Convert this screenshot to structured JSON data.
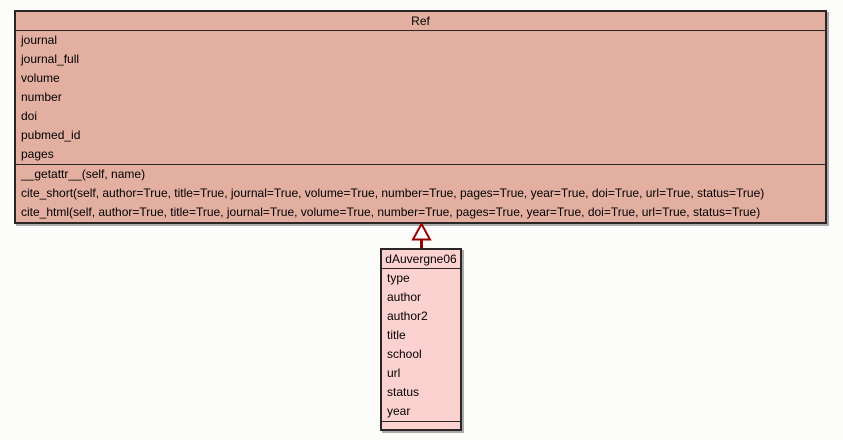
{
  "diagram_type": "uml-class-diagram",
  "colors": {
    "background": "#FCFDFB",
    "ref_fill": "#E2AFA0",
    "child_fill": "#FCD2D0",
    "border": "#2B2626",
    "arrow": "#990000",
    "shadow": "#ABABAB"
  },
  "ref_class": {
    "title": "Ref",
    "attributes": [
      "journal",
      "journal_full",
      "volume",
      "number",
      "doi",
      "pubmed_id",
      "pages"
    ],
    "methods": [
      "__getattr__(self, name)",
      "cite_short(self, author=True, title=True, journal=True, volume=True, number=True, pages=True, year=True, doi=True, url=True, status=True)",
      "cite_html(self, author=True, title=True, journal=True, volume=True, number=True, pages=True, year=True, doi=True, url=True, status=True)"
    ]
  },
  "child_class": {
    "title": "dAuvergne06",
    "attributes": [
      "type",
      "author",
      "author2",
      "title",
      "school",
      "url",
      "status",
      "year"
    ],
    "methods": []
  },
  "relationship": {
    "type": "inheritance",
    "from": "dAuvergne06",
    "to": "Ref"
  }
}
